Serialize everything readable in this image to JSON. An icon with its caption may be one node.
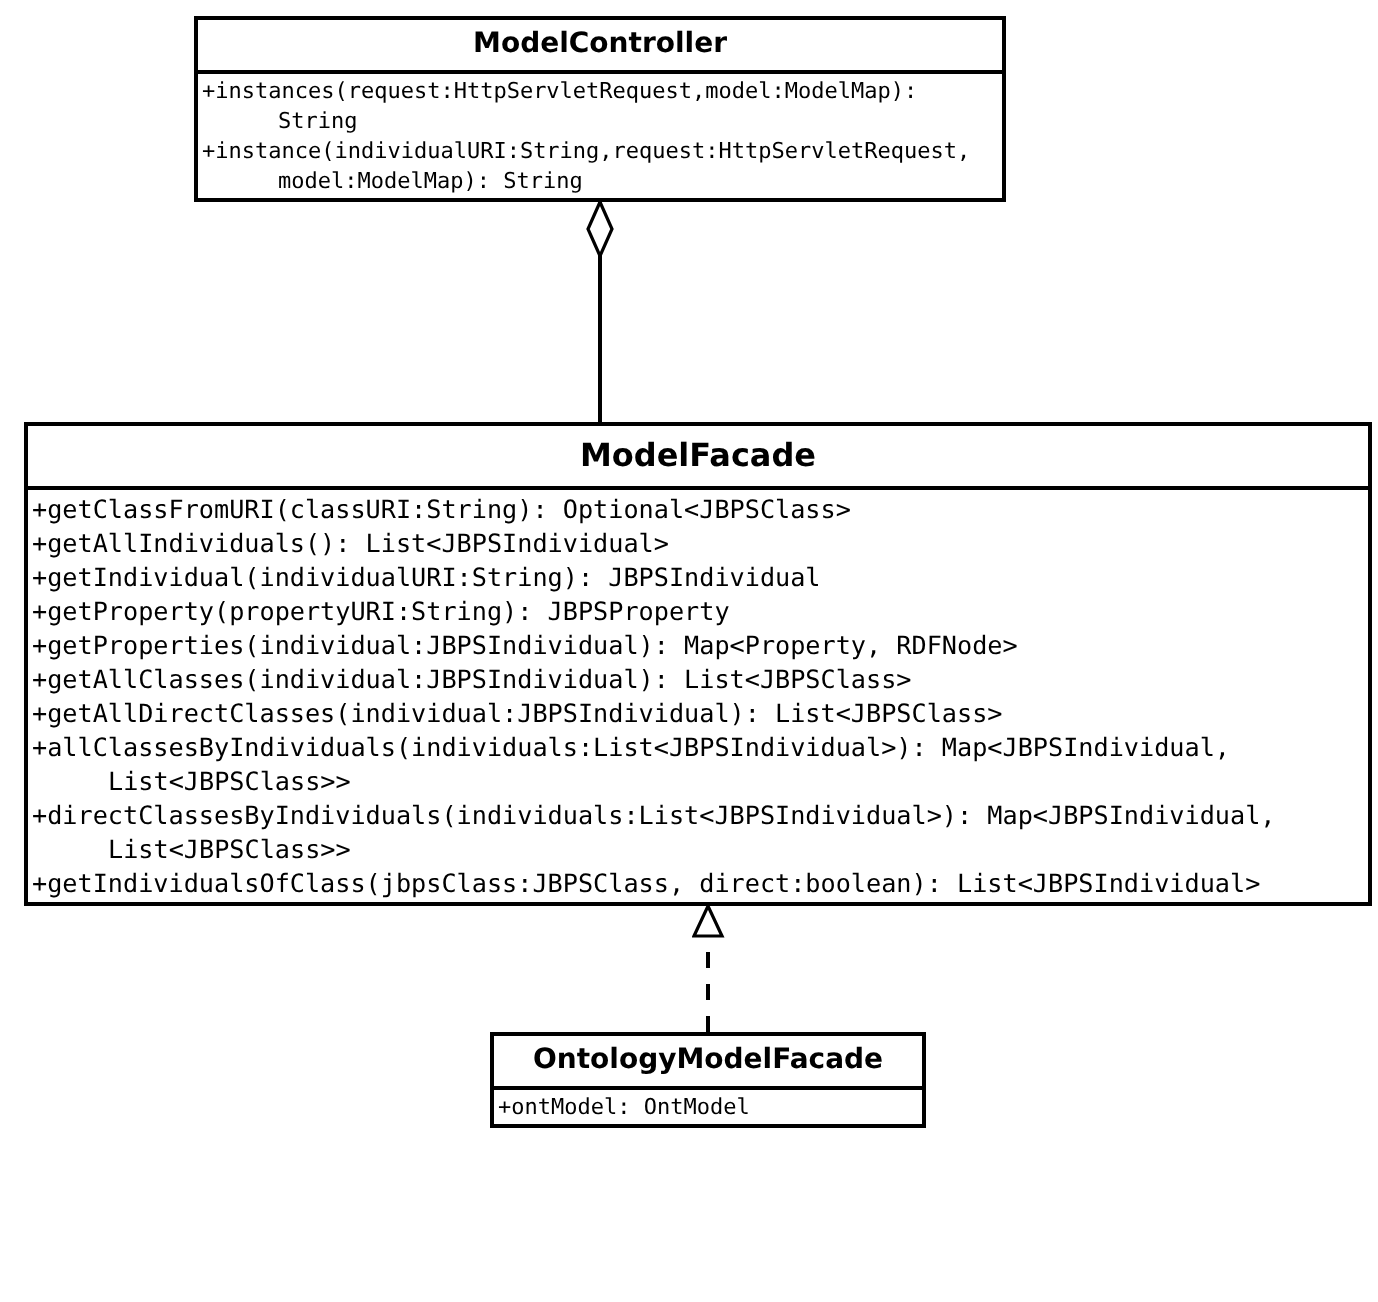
{
  "diagram": {
    "nodes": [
      {
        "text": [
          "ModelController",
          "+instances(request:HttpServletRequest,model:ModelMap): String",
          "+instance(individualURI:String,request:HttpServletRequest, model:ModelMap): String"
        ]
      },
      {
        "text": [
          "ModelFacade",
          "+getClassFromURI(classURI:String): Optional<JBPSClass>",
          "+getAllIndividuals(): List<JBPSIndividual>",
          "+getIndividual(individualURI:String): JBPSIndividual",
          "+getProperty(propertyURI:String): JBPSProperty",
          "+getProperties(individual:JBPSIndividual): Map<Property, RDFNode>",
          "+getAllClasses(individual:JBPSIndividual): List<JBPSClass>",
          "+getAllDirectClasses(individual:JBPSIndividual): List<JBPSClass>",
          "+allClassesByIndividuals(individuals:List<JBPSIndividual>): Map<JBPSIndividual, List<JBPSClass>>",
          "+directClassesByIndividuals(individuals:List<JBPSIndividual>): Map<JBPSIndividual, List<JBPSClass>>",
          "+getIndividualsOfClass(jbpsClass:JBPSClass, direct:boolean): List<JBPSIndividual>"
        ]
      },
      {
        "text": [
          "OntologyModelFacade",
          "+ontModel: OntModel"
        ]
      }
    ],
    "edges": [
      {
        "from": 1,
        "to": 0,
        "arrow": "other"
      },
      {
        "from": 2,
        "to": 1,
        "arrow": "to",
        "style": "dashed"
      }
    ]
  }
}
